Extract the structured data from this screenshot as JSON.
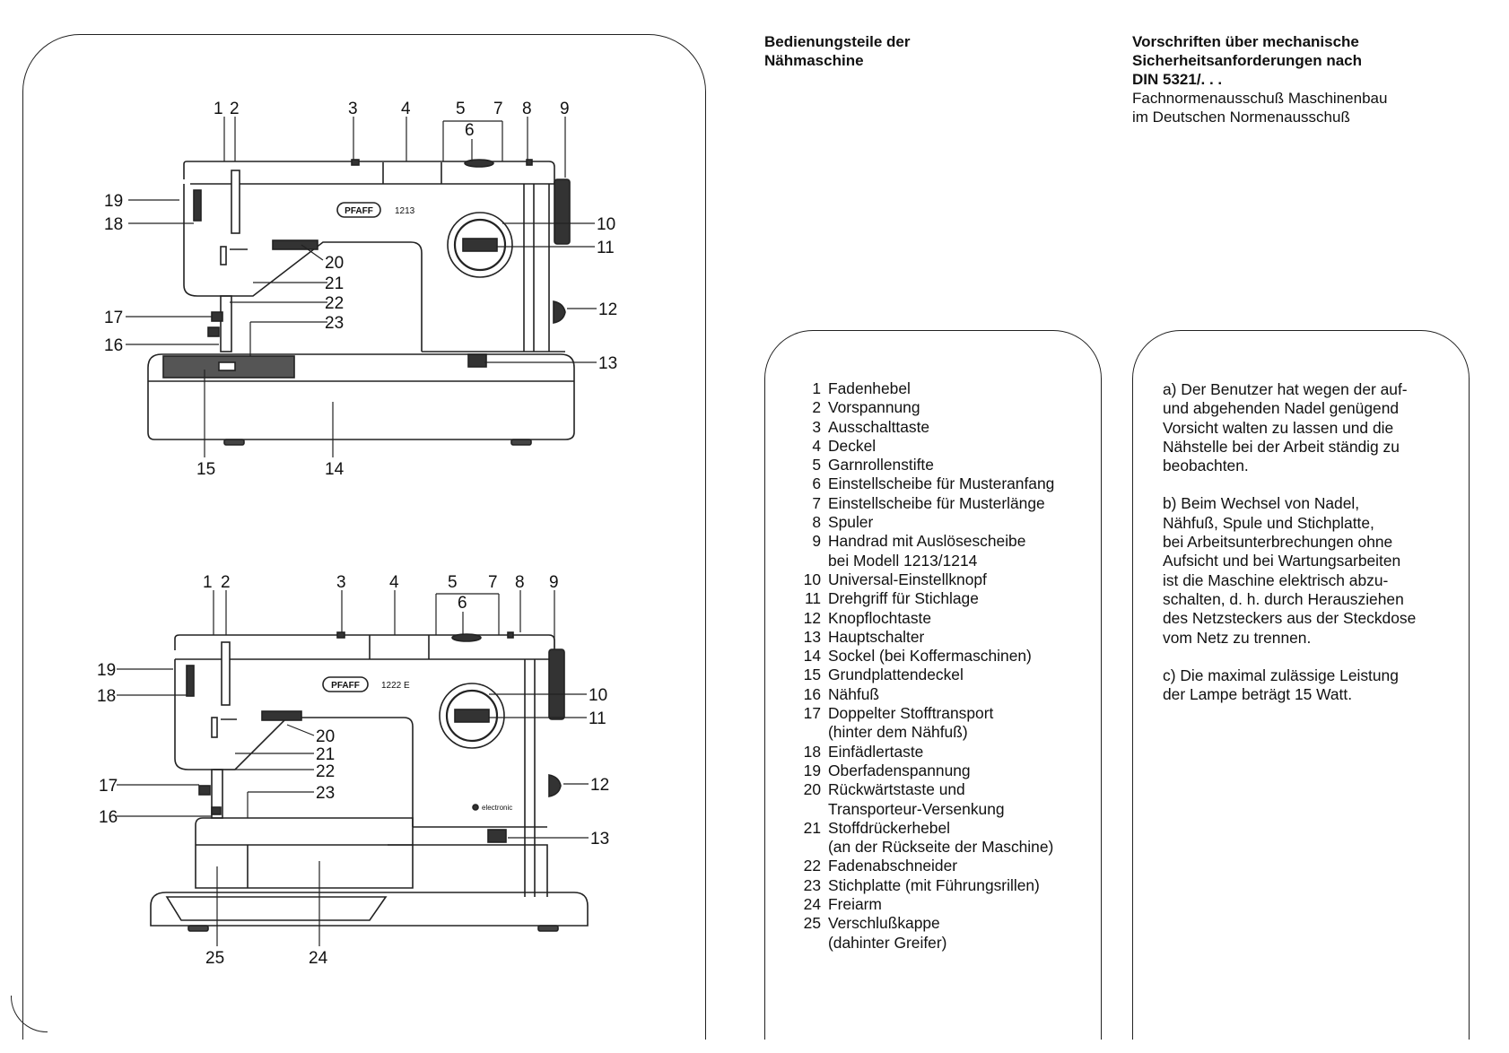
{
  "header": {
    "left_heading": "Bedienungsteile der\nNähmaschine",
    "right_heading": "Vorschriften über mechanische\nSicherheitsanforderungen nach\nDIN 5321/. . .",
    "right_sub": "Fachnormenausschuß Maschinenbau\nim Deutschen Normenausschuß"
  },
  "diagram_top": {
    "brand": "PFAFF",
    "model": "1213",
    "callouts": [
      "1",
      "2",
      "3",
      "4",
      "5",
      "6",
      "7",
      "8",
      "9",
      "10",
      "11",
      "12",
      "13",
      "14",
      "15",
      "16",
      "17",
      "18",
      "19",
      "20",
      "21",
      "22",
      "23"
    ]
  },
  "diagram_bottom": {
    "brand": "PFAFF",
    "model": "1222 E",
    "electronic_badge": "electronic",
    "callouts": [
      "1",
      "2",
      "3",
      "4",
      "5",
      "6",
      "7",
      "8",
      "9",
      "10",
      "11",
      "12",
      "13",
      "16",
      "17",
      "18",
      "19",
      "20",
      "21",
      "22",
      "23",
      "24",
      "25"
    ]
  },
  "parts_list": [
    {
      "num": "1",
      "text": "Fadenhebel"
    },
    {
      "num": "2",
      "text": "Vorspannung"
    },
    {
      "num": "3",
      "text": "Ausschalttaste"
    },
    {
      "num": "4",
      "text": "Deckel"
    },
    {
      "num": "5",
      "text": "Garnrollenstifte"
    },
    {
      "num": "6",
      "text": "Einstellscheibe für Musteranfang"
    },
    {
      "num": "7",
      "text": "Einstellscheibe für Musterlänge"
    },
    {
      "num": "8",
      "text": "Spuler"
    },
    {
      "num": "9",
      "text": "Handrad mit Auslösescheibe\nbei Modell 1213/1214"
    },
    {
      "num": "10",
      "text": "Universal-Einstellknopf"
    },
    {
      "num": "11",
      "text": "Drehgriff für Stichlage"
    },
    {
      "num": "12",
      "text": "Knopflochtaste"
    },
    {
      "num": "13",
      "text": "Hauptschalter"
    },
    {
      "num": "14",
      "text": "Sockel (bei Koffermaschinen)"
    },
    {
      "num": "15",
      "text": "Grundplattendeckel"
    },
    {
      "num": "16",
      "text": "Nähfuß"
    },
    {
      "num": "17",
      "text": "Doppelter Stofftransport\n(hinter dem Nähfuß)"
    },
    {
      "num": "18",
      "text": "Einfädlertaste"
    },
    {
      "num": "19",
      "text": "Oberfadenspannung"
    },
    {
      "num": "20",
      "text": "Rückwärtstaste und\nTransporteur-Versenkung"
    },
    {
      "num": "21",
      "text": "Stoffdrückerhebel\n(an der Rückseite der Maschine)"
    },
    {
      "num": "22",
      "text": "Fadenabschneider"
    },
    {
      "num": "23",
      "text": "Stichplatte (mit Führungsrillen)"
    },
    {
      "num": "24",
      "text": "Freiarm"
    },
    {
      "num": "25",
      "text": "Verschlußkappe\n(dahinter Greifer)"
    }
  ],
  "safety_notes": [
    "a) Der Benutzer hat wegen der auf-\nund abgehenden Nadel genügend\nVorsicht walten zu lassen und die\nNähstelle bei der Arbeit ständig zu\nbeobachten.",
    "b) Beim Wechsel von Nadel,\nNähfuß, Spule und Stichplatte,\nbei Arbeitsunterbrechungen ohne\nAufsicht und bei Wartungsarbeiten\nist die Maschine elektrisch abzu-\nschalten, d. h. durch Herausziehen\ndes Netzsteckers aus der Steckdose\nvom Netz zu trennen.",
    "c) Die maximal zulässige Leistung\nder Lampe beträgt 15 Watt."
  ]
}
